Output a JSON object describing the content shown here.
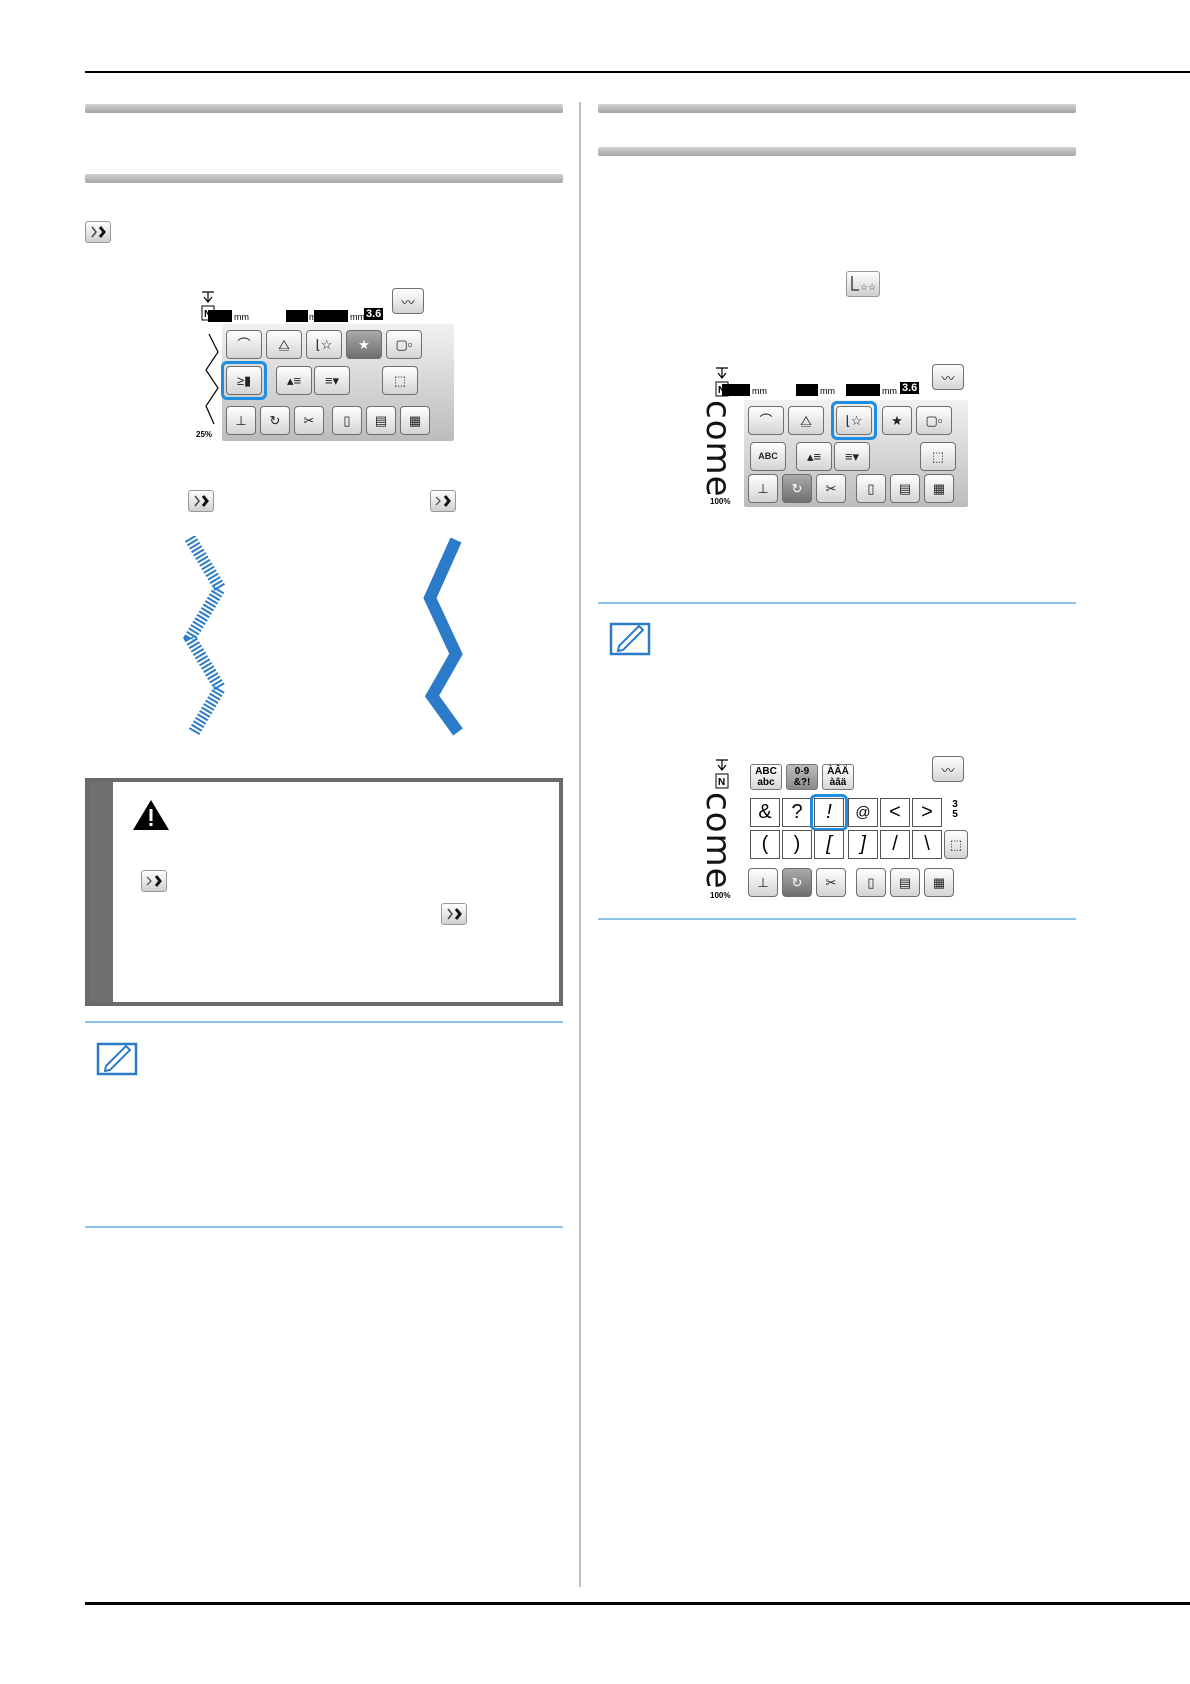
{
  "left_screen": {
    "pct_label": "25%",
    "width_unit": "mm",
    "length_unit": "mm",
    "tension_unit": "mm",
    "tension_value": "3.6"
  },
  "right_screen_top": {
    "pct_label": "100%",
    "width_unit": "mm",
    "length_unit": "mm",
    "tension_unit": "mm",
    "tension_value": "3.6",
    "abc_label": "ABC"
  },
  "right_screen_bottom": {
    "pct_label": "100%",
    "tabs": [
      "ABC\nabc",
      "0-9\n&?!",
      "ÀÂÄ\nàâä"
    ],
    "row1": [
      "&",
      "?",
      "!",
      "@",
      "<",
      ">"
    ],
    "row2": [
      "(",
      ")",
      "[",
      "]",
      "/",
      "\\"
    ],
    "page_numerator": "3",
    "page_denominator": "5"
  },
  "colors": {
    "highlight": "#1f8de0",
    "stitch": "#2b7bc8",
    "note_rule": "#8fc3ea",
    "caution_border": "#6a6a6a"
  }
}
